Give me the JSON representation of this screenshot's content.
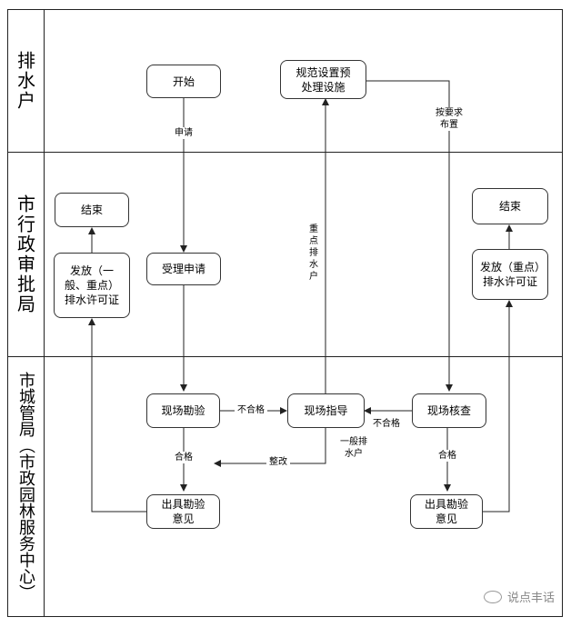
{
  "lanes": [
    {
      "id": "lane1",
      "label": "排水户"
    },
    {
      "id": "lane2",
      "label": "市行政审批局"
    },
    {
      "id": "lane3",
      "label": "市城管局（市政园林服务中心）"
    }
  ],
  "nodes": {
    "start": "开始",
    "std_setup": "规范设置预处理设施",
    "end_left": "结束",
    "issue_general": "发放（一般、重点）排水许可证",
    "accept": "受理申请",
    "end_right": "结束",
    "issue_key": "发放（重点）排水许可证",
    "inspect": "现场勘验",
    "guide": "现场指导",
    "verify": "现场核查",
    "opinion_left": "出具勘验意见",
    "opinion_right": "出具勘验意见"
  },
  "edges": {
    "apply": "申请",
    "arrange": "按要求布置",
    "key_drainer": "重点排水户",
    "fail1": "不合格",
    "fail2": "不合格",
    "general_drainer": "一般排水户",
    "pass_left": "合格",
    "rectify": "整改",
    "pass_right": "合格"
  },
  "watermark": "说点丰话"
}
